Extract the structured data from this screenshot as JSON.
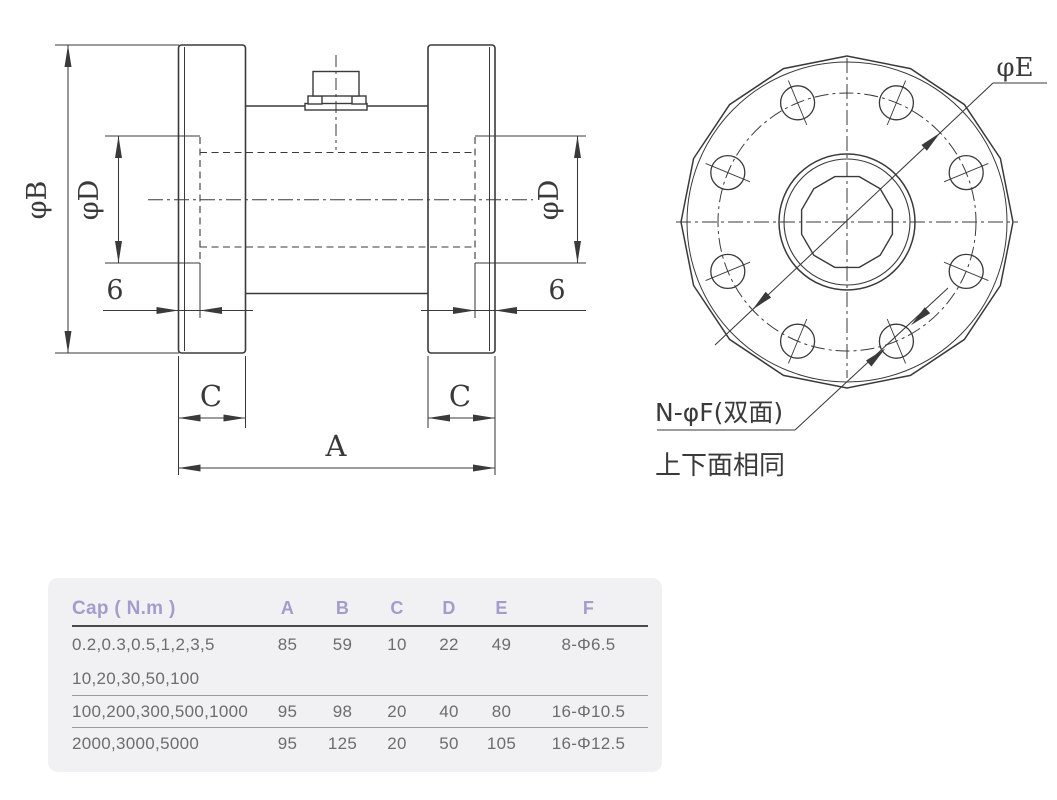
{
  "side_view": {
    "labels": {
      "phi_b": "φB",
      "phi_d_left": "φD",
      "phi_d_right": "φD",
      "recess_depth_left": "6",
      "recess_depth_right": "6",
      "flange_width_left": "C",
      "flange_width_right": "C",
      "overall_length": "A"
    }
  },
  "front_view": {
    "labels": {
      "bolt_circle_dia": "φE",
      "bolt_hole_callout": "N-φF(双面)",
      "same_faces_note": "上下面相同"
    }
  },
  "table": {
    "headers": [
      "Cap ( N.m )",
      "A",
      "B",
      "C",
      "D",
      "E",
      "F"
    ],
    "rows": [
      {
        "cap": [
          "0.2,0.3,0.5,1,2,3,5",
          "10,20,30,50,100"
        ],
        "values": [
          "85",
          "59",
          "10",
          "22",
          "49",
          "8-Φ6.5"
        ]
      },
      {
        "cap": [
          "100,200,300,500,1000"
        ],
        "values": [
          "95",
          "98",
          "20",
          "40",
          "80",
          "16-Φ10.5"
        ]
      },
      {
        "cap": [
          "2000,3000,5000"
        ],
        "values": [
          "95",
          "125",
          "20",
          "50",
          "105",
          "16-Φ12.5"
        ]
      }
    ]
  },
  "colors": {
    "line": "#3a3a3a",
    "accent_purple": "#a59cce",
    "table_bg": "#f1f0f2",
    "table_text": "#6d6d6d",
    "rule_dark": "#4a4a4a",
    "rule_light": "#9b9b9b"
  }
}
